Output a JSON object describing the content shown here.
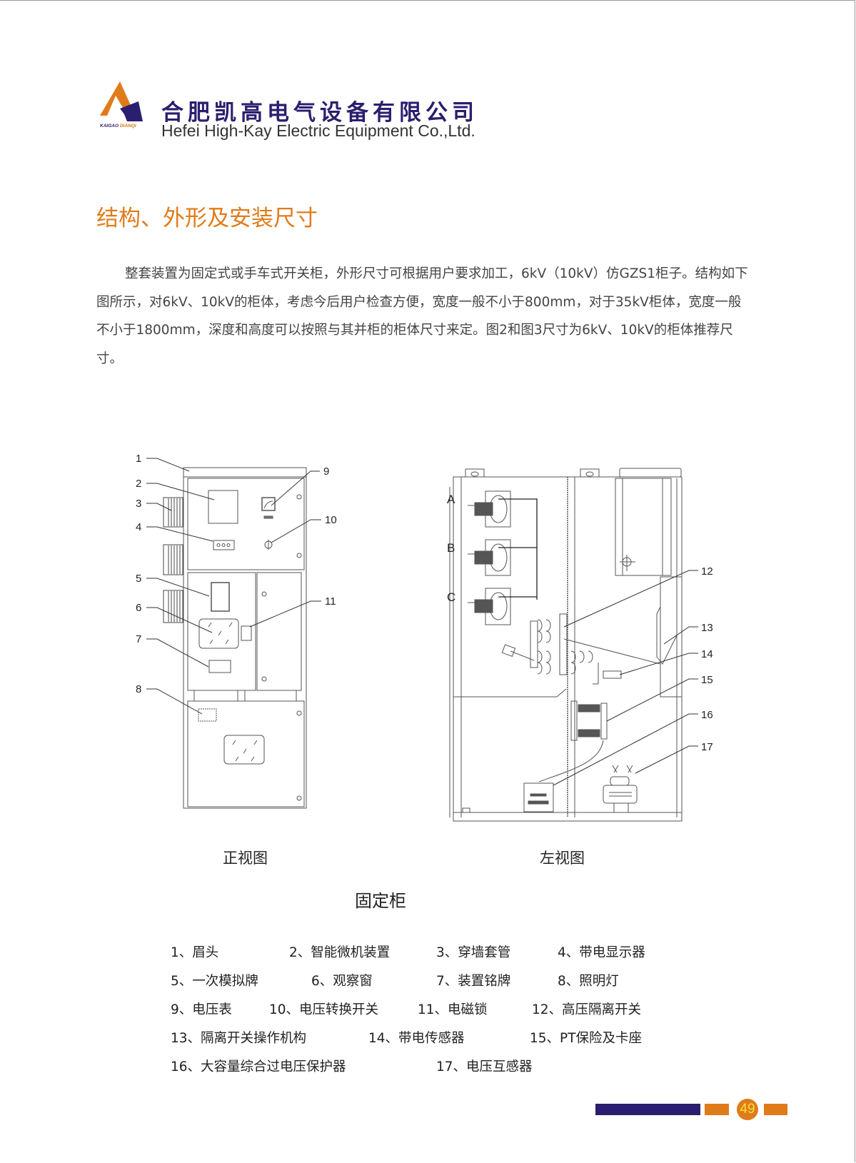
{
  "header": {
    "logo_text": "KAIGAO DIANQI",
    "company_cn": "合肥凯高电气设备有限公司",
    "company_en": "Hefei High-Kay Electric Equipment Co.,Ltd."
  },
  "section_title": "结构、外形及安装尺寸",
  "paragraph": "整套装置为固定式或手车式开关柜，外形尺寸可根据用户要求加工，6kV（10kV）仿GZS1柜子。结构如下图所示，对6kV、10kV的柜体，考虑今后用户检查方便，宽度一般不小于800mm，对于35kV柜体，宽度一般不小于1800mm，深度和高度可以按照与其并柜的柜体尺寸来定。图2和图3尺寸为6kV、10kV的柜体推荐尺寸。",
  "figures": {
    "front_caption": "正视图",
    "side_caption": "左视图",
    "main_caption": "固定柜",
    "front_labels": [
      "1",
      "2",
      "3",
      "4",
      "5",
      "6",
      "7",
      "8",
      "9",
      "10",
      "11"
    ],
    "side_labels": [
      "12",
      "13",
      "14",
      "15",
      "16",
      "17"
    ],
    "phase_labels": [
      "A",
      "B",
      "C"
    ]
  },
  "legend": [
    [
      "1、眉头",
      "2、智能微机装置",
      "3、穿墙套管",
      "4、带电显示器"
    ],
    [
      "5、一次模拟牌",
      "6、观察窗",
      "7、装置铭牌",
      "8、照明灯"
    ],
    [
      "9、电压表",
      "10、电压转换开关",
      "11、电磁锁",
      "12、高压隔离开关"
    ],
    [
      "13、隔离开关操作机构",
      "14、带电传感器",
      "15、PT保险及卡座"
    ],
    [
      "16、大容量综合过电压保护器",
      "17、电压互感器"
    ]
  ],
  "footer": {
    "page_number": "49"
  },
  "colors": {
    "navy": "#2a1f6e",
    "orange": "#e07b1a",
    "page_number": "#f7e23a"
  }
}
